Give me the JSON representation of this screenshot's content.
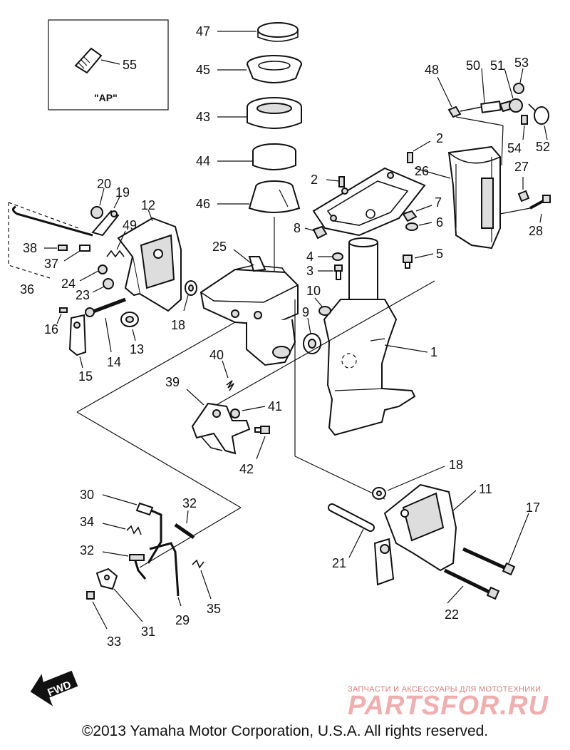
{
  "inset_label": "\"AP\"",
  "fwd_label": "FWD",
  "watermark": {
    "tagline": "ЗАПЧАСТИ И АКСЕССУАРЫ ДЛЯ МОТОТЕХНИКИ",
    "brand": "PARTSFOR.RU"
  },
  "copyright": "©2013 Yamaha Motor Corporation, U.S.A. All rights reserved.",
  "callouts": {
    "c1": "1",
    "c2a": "2",
    "c2b": "2",
    "c3": "3",
    "c4": "4",
    "c5": "5",
    "c6": "6",
    "c7": "7",
    "c8": "8",
    "c9": "9",
    "c10": "10",
    "c11": "11",
    "c12": "12",
    "c13": "13",
    "c14": "14",
    "c15": "15",
    "c16": "16",
    "c17": "17",
    "c18a": "18",
    "c18b": "18",
    "c19": "19",
    "c20": "20",
    "c21": "21",
    "c22": "22",
    "c23": "23",
    "c24": "24",
    "c25": "25",
    "c26": "26",
    "c27": "27",
    "c28": "28",
    "c29": "29",
    "c30": "30",
    "c31": "31",
    "c32a": "32",
    "c32b": "32",
    "c33": "33",
    "c34": "34",
    "c35": "35",
    "c36": "36",
    "c37": "37",
    "c38": "38",
    "c39": "39",
    "c40": "40",
    "c41": "41",
    "c42": "42",
    "c43": "43",
    "c44": "44",
    "c45": "45",
    "c46": "46",
    "c47": "47",
    "c48": "48",
    "c49": "49",
    "c50": "50",
    "c51": "51",
    "c52": "52",
    "c53": "53",
    "c54": "54",
    "c55": "55"
  }
}
